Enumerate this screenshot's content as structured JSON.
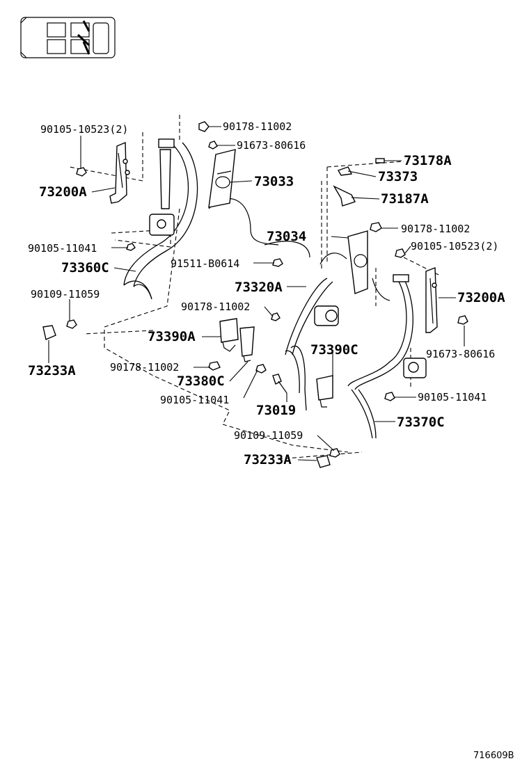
{
  "labels": {
    "p90105_10523_left": "90105-10523(2)",
    "p73200a_left": "73200A",
    "p90178_11002_top": "90178-11002",
    "p91673_80616_top": "91673-80616",
    "p73033": "73033",
    "p73178a": "73178A",
    "p73373": "73373",
    "p73187a": "73187A",
    "p73034": "73034",
    "p90178_11002_right": "90178-11002",
    "p90105_10523_right": "90105-10523(2)",
    "p90105_11041_left": "90105-11041",
    "p73360c": "73360C",
    "p91511_b0614": "91511-B0614",
    "p73320a": "73320A",
    "p90109_11059_left": "90109-11059",
    "p90178_11002_mid": "90178-11002",
    "p73200a_right": "73200A",
    "p73390a": "73390A",
    "p73390c": "73390C",
    "p91673_80616_right": "91673-80616",
    "p73233a_left": "73233A",
    "p90178_11002_low": "90178-11002",
    "p73380c": "73380C",
    "p90105_11041_mid": "90105-11041",
    "p73019": "73019",
    "p90105_11041_right": "90105-11041",
    "p73370c": "73370C",
    "p90109_11059_bottom": "90109-11059",
    "p73233a_bottom": "73233A"
  },
  "illustration_id": "716609B",
  "icons": {
    "vehicle_locator": "vehicle-seat-locator-icon"
  }
}
